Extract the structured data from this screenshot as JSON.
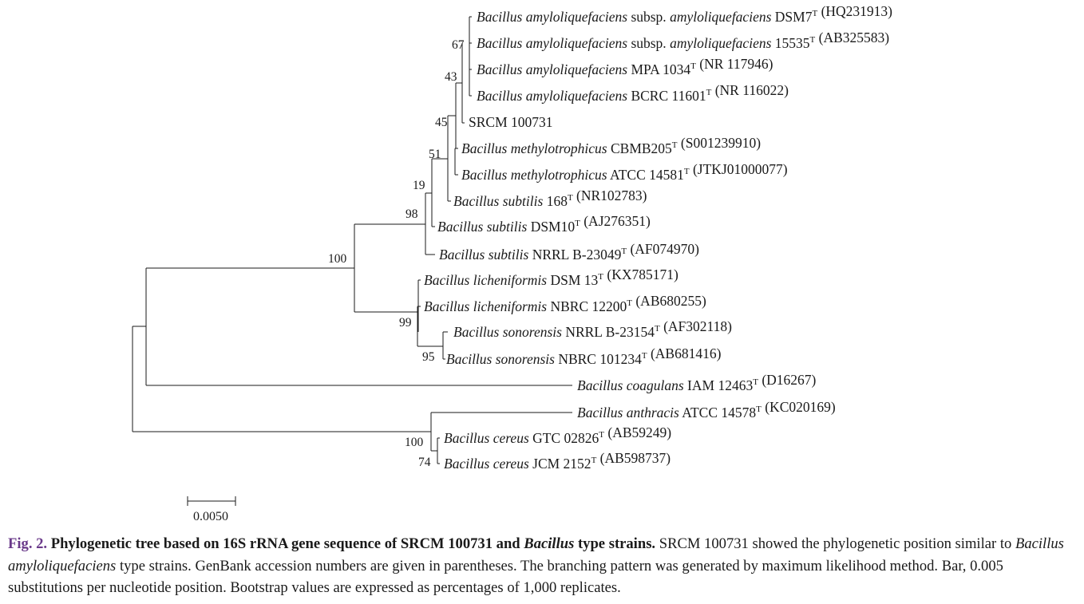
{
  "tree": {
    "leaves": [
      {
        "id": "l1",
        "parts": [
          {
            "t": "Bacillus amyloliquefaciens",
            "i": true
          },
          {
            "t": " subsp. "
          },
          {
            "t": "amyloliquefaciens",
            "i": true
          },
          {
            "t": " DSM7"
          },
          {
            "t": "T",
            "sup": true
          },
          {
            "t": " (HQ231913)"
          }
        ]
      },
      {
        "id": "l2",
        "parts": [
          {
            "t": "Bacillus amyloliquefaciens",
            "i": true
          },
          {
            "t": " subsp. "
          },
          {
            "t": "amyloliquefaciens",
            "i": true
          },
          {
            "t": " 15535"
          },
          {
            "t": "T",
            "sup": true
          },
          {
            "t": " (AB325583)"
          }
        ]
      },
      {
        "id": "l3",
        "parts": [
          {
            "t": "Bacillus amyloliquefaciens",
            "i": true
          },
          {
            "t": " MPA 1034"
          },
          {
            "t": "T",
            "sup": true
          },
          {
            "t": " (NR 117946)"
          }
        ]
      },
      {
        "id": "l4",
        "parts": [
          {
            "t": "Bacillus amyloliquefaciens",
            "i": true
          },
          {
            "t": " BCRC 11601"
          },
          {
            "t": "T",
            "sup": true
          },
          {
            "t": " (NR 116022)"
          }
        ]
      },
      {
        "id": "l5",
        "parts": [
          {
            "t": "SRCM 100731"
          }
        ]
      },
      {
        "id": "l6",
        "parts": [
          {
            "t": "Bacillus methylotrophicus",
            "i": true
          },
          {
            "t": " CBMB205"
          },
          {
            "t": "T",
            "sup": true
          },
          {
            "t": " (S001239910)"
          }
        ]
      },
      {
        "id": "l7",
        "parts": [
          {
            "t": "Bacillus methylotrophicus",
            "i": true
          },
          {
            "t": " ATCC 14581"
          },
          {
            "t": "T",
            "sup": true
          },
          {
            "t": " (JTKJ01000077)"
          }
        ]
      },
      {
        "id": "l8",
        "parts": [
          {
            "t": "Bacillus subtilis",
            "i": true
          },
          {
            "t": " 168"
          },
          {
            "t": "T",
            "sup": true
          },
          {
            "t": " (NR102783)"
          }
        ]
      },
      {
        "id": "l9",
        "parts": [
          {
            "t": "Bacillus subtilis",
            "i": true
          },
          {
            "t": " DSM10"
          },
          {
            "t": "T",
            "sup": true
          },
          {
            "t": " (AJ276351)"
          }
        ]
      },
      {
        "id": "l10",
        "parts": [
          {
            "t": "Bacillus subtilis",
            "i": true
          },
          {
            "t": " NRRL B-23049"
          },
          {
            "t": "T",
            "sup": true
          },
          {
            "t": " (AF074970)"
          }
        ]
      },
      {
        "id": "l11",
        "parts": [
          {
            "t": "Bacillus licheniformis",
            "i": true
          },
          {
            "t": " DSM 13"
          },
          {
            "t": "T",
            "sup": true
          },
          {
            "t": " (KX785171)"
          }
        ]
      },
      {
        "id": "l12",
        "parts": [
          {
            "t": "Bacillus licheniformis",
            "i": true
          },
          {
            "t": " NBRC 12200"
          },
          {
            "t": "T",
            "sup": true
          },
          {
            "t": " (AB680255)"
          }
        ]
      },
      {
        "id": "l13",
        "parts": [
          {
            "t": "Bacillus sonorensis",
            "i": true
          },
          {
            "t": " NRRL B-23154"
          },
          {
            "t": "T",
            "sup": true
          },
          {
            "t": " (AF302118)"
          }
        ]
      },
      {
        "id": "l14",
        "parts": [
          {
            "t": "Bacillus sonorensis",
            "i": true
          },
          {
            "t": " NBRC 101234"
          },
          {
            "t": "T",
            "sup": true
          },
          {
            "t": " (AB681416)"
          }
        ]
      },
      {
        "id": "l15",
        "parts": [
          {
            "t": "Bacillus coagulans",
            "i": true
          },
          {
            "t": " IAM 12463"
          },
          {
            "t": "T",
            "sup": true
          },
          {
            "t": " (D16267)"
          }
        ]
      },
      {
        "id": "l16",
        "parts": [
          {
            "t": "Bacillus anthracis",
            "i": true
          },
          {
            "t": " ATCC 14578"
          },
          {
            "t": "T",
            "sup": true
          },
          {
            "t": " (KC020169)"
          }
        ]
      },
      {
        "id": "l17",
        "parts": [
          {
            "t": "Bacillus cereus",
            "i": true
          },
          {
            "t": " GTC 02826"
          },
          {
            "t": "T",
            "sup": true
          },
          {
            "t": " (AB59249)"
          }
        ]
      },
      {
        "id": "l18",
        "parts": [
          {
            "t": "Bacillus cereus",
            "i": true
          },
          {
            "t": " JCM 2152"
          },
          {
            "t": "T",
            "sup": true
          },
          {
            "t": " (AB598737)"
          }
        ]
      }
    ],
    "bootstrap": {
      "n67": "67",
      "n43": "43",
      "n45": "45",
      "n51": "51",
      "n19": "19",
      "n98": "98",
      "n100a": "100",
      "n99": "99",
      "n95": "95",
      "n100b": "100",
      "n74": "74"
    },
    "scale_bar": {
      "label": "0.0050"
    }
  },
  "caption": {
    "fig_label": "Fig. 2.",
    "title_a": " Phylogenetic tree based on 16S rRNA gene sequence of SRCM 100731 and ",
    "title_genus": "Bacillus",
    "title_b": " type strains.",
    "body_a": " SRCM 100731 showed the phylogenetic position similar to ",
    "body_species": "Bacillus amyloliquefaciens",
    "body_b": " type strains. GenBank accession numbers are given in parentheses. The branching pattern was generated by maximum likelihood method. Bar, 0.005 substitutions per nucleotide position. Bootstrap values are expressed as percentages of 1,000 replicates."
  }
}
